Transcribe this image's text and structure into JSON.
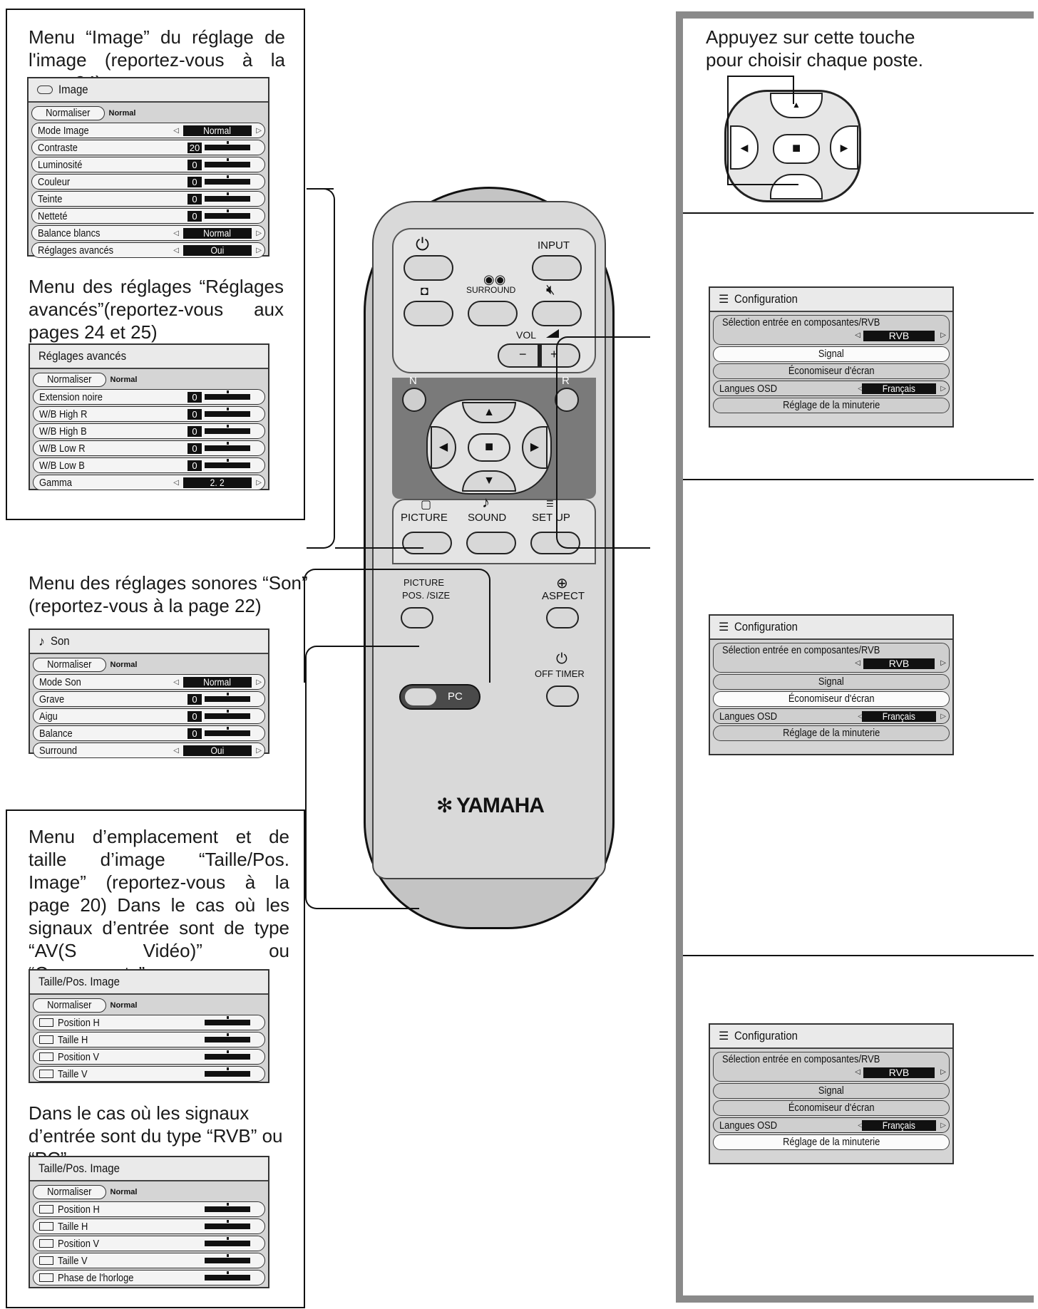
{
  "left": {
    "image_caption": "Menu “Image” du réglage de l'image (reportez-vous à la page 24)",
    "image_menu": {
      "title": "Image",
      "normaliser": "Normaliser",
      "normal_tag": "Normal",
      "rows": [
        {
          "label": "Mode Image",
          "value": "Normal"
        },
        {
          "label": "Contraste",
          "num": "20"
        },
        {
          "label": "Luminosité",
          "num": "0"
        },
        {
          "label": "Couleur",
          "num": "0"
        },
        {
          "label": "Teinte",
          "num": "0"
        },
        {
          "label": "Netteté",
          "num": "0"
        },
        {
          "label": "Balance blancs",
          "value": "Normal"
        },
        {
          "label": "Réglages avancés",
          "value": "Oui"
        }
      ]
    },
    "adv_caption": "Menu des réglages “Réglages avancés”(reportez-vous aux pages 24 et 25)",
    "adv_menu": {
      "title": "Réglages avancés",
      "normaliser": "Normaliser",
      "normal_tag": "Normal",
      "rows": [
        {
          "label": "Extension noire",
          "num": "0"
        },
        {
          "label": "W/B High R",
          "num": "0"
        },
        {
          "label": "W/B High B",
          "num": "0"
        },
        {
          "label": "W/B Low R",
          "num": "0"
        },
        {
          "label": "W/B Low B",
          "num": "0"
        },
        {
          "label": "Gamma",
          "value": "2. 2"
        }
      ]
    },
    "son_caption": "Menu des réglages sonores “Son” (reportez-vous à la page 22)",
    "son_menu": {
      "title": "Son",
      "normaliser": "Normaliser",
      "normal_tag": "Normal",
      "rows": [
        {
          "label": "Mode Son",
          "value": "Normal"
        },
        {
          "label": "Grave",
          "num": "0"
        },
        {
          "label": "Aigu",
          "num": "0"
        },
        {
          "label": "Balance",
          "num": "0"
        },
        {
          "label": "Surround",
          "value": "Oui"
        }
      ]
    },
    "pos_caption": "Menu d’emplacement et de taille d’image “Taille/Pos. Image” (reportez-vous à la page 20) Dans le cas où les signaux d’entrée sont de type “AV(S Vidéo)” ou “Composants”.",
    "pos_menu1": {
      "title": "Taille/Pos. Image",
      "normaliser": "Normaliser",
      "normal_tag": "Normal",
      "rows": [
        "Position H",
        "Taille H",
        "Position V",
        "Taille V"
      ]
    },
    "rvb_caption": "Dans le cas où les signaux d’entrée sont du type “RVB” ou “PC”.",
    "pos_menu2": {
      "title": "Taille/Pos. Image",
      "normaliser": "Normaliser",
      "normal_tag": "Normal",
      "rows": [
        "Position H",
        "Taille H",
        "Position V",
        "Taille V",
        "Phase de l'horloge"
      ]
    }
  },
  "remote": {
    "power_symbol": "⏻",
    "input": "INPUT",
    "surround": "SURROUND",
    "vol": "VOL",
    "minus": "−",
    "plus": "+",
    "n": "N",
    "r": "R",
    "picture": "PICTURE",
    "sound": "SOUND",
    "setup": "SET UP",
    "picture_pos_1": "PICTURE",
    "picture_pos_2": "POS. /SIZE",
    "aspect": "ASPECT",
    "off_timer": "OFF TIMER",
    "pc": "PC",
    "brand": "YAMAHA"
  },
  "right": {
    "instruction": "Appuyez sur cette touche pour choisir chaque poste.",
    "config_title": "Configuration",
    "sel": "Sélection entrée en composantes/RVB",
    "rvb": "RVB",
    "signal": "Signal",
    "eco": "Économiseur d'écran",
    "lang": "Langues OSD",
    "francais": "Français",
    "timer": "Réglage de la minuterie"
  }
}
